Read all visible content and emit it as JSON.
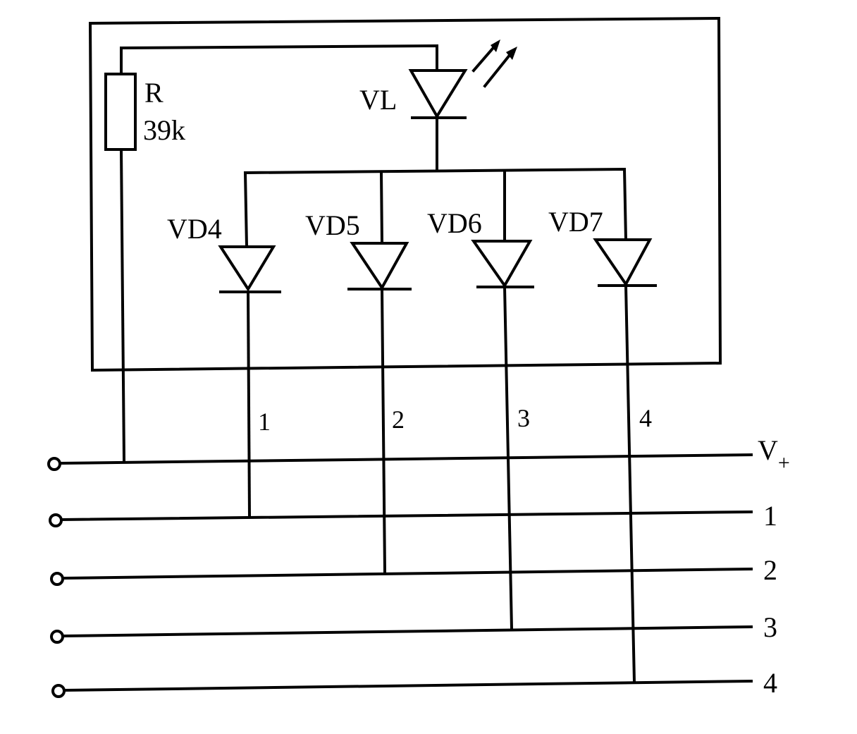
{
  "resistor": {
    "name": "R",
    "value": "39k"
  },
  "led": {
    "name": "VL"
  },
  "diodes": [
    {
      "name": "VD4",
      "pin": "1"
    },
    {
      "name": "VD5",
      "pin": "2"
    },
    {
      "name": "VD6",
      "pin": "3"
    },
    {
      "name": "VD7",
      "pin": "4"
    }
  ],
  "terminals": [
    {
      "label": "V",
      "sub": "+"
    },
    {
      "label": "1"
    },
    {
      "label": "2"
    },
    {
      "label": "3"
    },
    {
      "label": "4"
    }
  ]
}
